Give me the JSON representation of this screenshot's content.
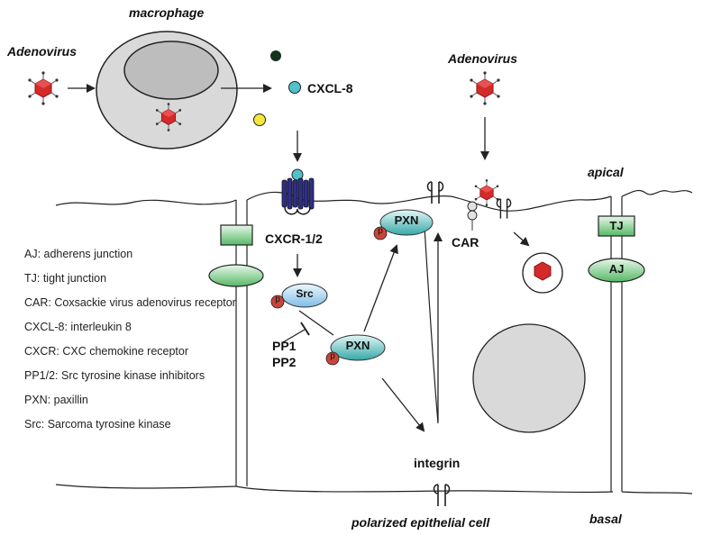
{
  "labels": {
    "macrophage": "macrophage",
    "adenovirus_left": "Adenovirus",
    "adenovirus_right": "Adenovirus",
    "cxcl8": "CXCL-8",
    "apical": "apical",
    "basal": "basal",
    "cxcr": "CXCR-1/2",
    "car": "CAR",
    "tj": "TJ",
    "aj": "AJ",
    "src": "Src",
    "pxn_top": "PXN",
    "pxn_mid": "PXN",
    "p": "p",
    "pp1": "PP1",
    "pp2": "PP2",
    "integrin": "integrin",
    "cell_caption": "polarized epithelial cell"
  },
  "legend": [
    {
      "text": "AJ: adherens junction"
    },
    {
      "text": "TJ: tight junction"
    },
    {
      "text": "CAR: Coxsackie virus adenovirus receptor"
    },
    {
      "text": "CXCL-8: interleukin 8"
    },
    {
      "text": "CXCR: CXC chemokine receptor"
    },
    {
      "text": "PP1/2: Src tyrosine kinase inhibitors"
    },
    {
      "text": "PXN: paxillin"
    },
    {
      "text": "Src: Sarcoma tyrosine kinase"
    }
  ],
  "colors": {
    "virus": "#d42a2a",
    "cxcl8_dot": "#4fc3c9",
    "dark_dot": "#16321f",
    "yellow_dot": "#f5e63a",
    "macrophage_body": "#d9d9d9",
    "nucleus": "#bdbdbd",
    "junction_green": "#7ecf8a",
    "pxn_teal": "#46b7b7",
    "src_blue": "#9fd0ef",
    "phospho_red": "#c8453a",
    "receptor_purple": "#2e2f8a"
  }
}
